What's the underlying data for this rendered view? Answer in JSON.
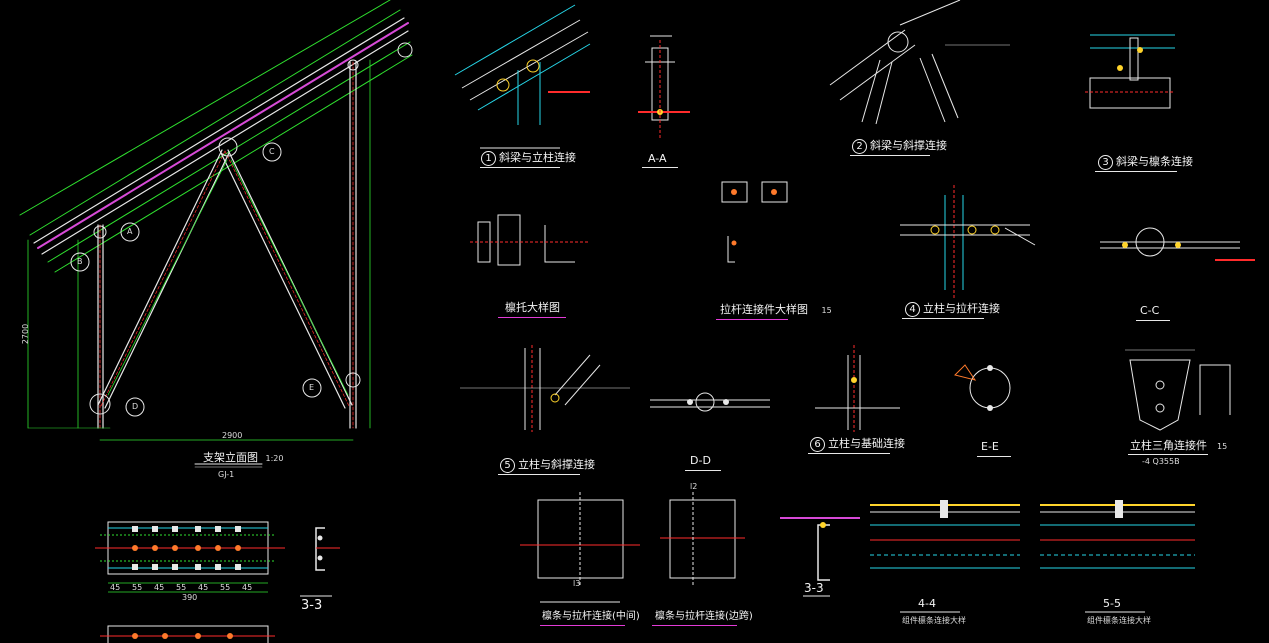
{
  "sheet": {
    "main_elevation": {
      "title": "支架立面图",
      "scale": "1:20",
      "code": "GJ-1",
      "dim_height": "2700",
      "dim_width": "2900"
    },
    "details": [
      {
        "num": "1",
        "title": "斜梁与立柱连接"
      },
      {
        "num": "",
        "title": "A-A"
      },
      {
        "num": "2",
        "title": "斜梁与斜撑连接"
      },
      {
        "num": "3",
        "title": "斜梁与檩条连接"
      },
      {
        "num": "",
        "title": "檩托大样图"
      },
      {
        "num": "",
        "title": "拉杆连接件大样图",
        "suffix": "15"
      },
      {
        "num": "4",
        "title": "立柱与拉杆连接"
      },
      {
        "num": "",
        "title": "C-C"
      },
      {
        "num": "5",
        "title": "立柱与斜撑连接"
      },
      {
        "num": "",
        "title": "D-D"
      },
      {
        "num": "6",
        "title": "立柱与基础连接"
      },
      {
        "num": "",
        "title": "E-E"
      },
      {
        "num": "",
        "title": "立柱三角连接件",
        "sub": "-4 Q355B",
        "suffix": "15"
      },
      {
        "num": "",
        "title": "3-3"
      },
      {
        "num": "",
        "title": "檩条与拉杆连接(中间)"
      },
      {
        "num": "",
        "title": "檩条与拉杆连接(边跨)"
      },
      {
        "num": "",
        "title": "3-3"
      },
      {
        "num": "",
        "title": "4-4",
        "sub": "组件檩条连接大样"
      },
      {
        "num": "",
        "title": "5-5",
        "sub": "组件檩条连接大样"
      }
    ],
    "callouts": {
      "A": "A",
      "B": "B",
      "C": "C",
      "D": "D",
      "E": "E",
      "1": "1",
      "2": "2"
    },
    "bottom_dims": [
      "45",
      "55",
      "45",
      "55",
      "45",
      "55",
      "45"
    ],
    "bottom_total": "390",
    "marks": {
      "l3": "l3",
      "l2": "l2"
    }
  },
  "colors": {
    "background": "#000000",
    "frame": "#e8e8e8",
    "dimension": "#2fe02f",
    "section": "#d84ad8",
    "purlin": "#26d6e8",
    "bolt": "#ff2b2b",
    "label_underline": "#e23bd6"
  }
}
